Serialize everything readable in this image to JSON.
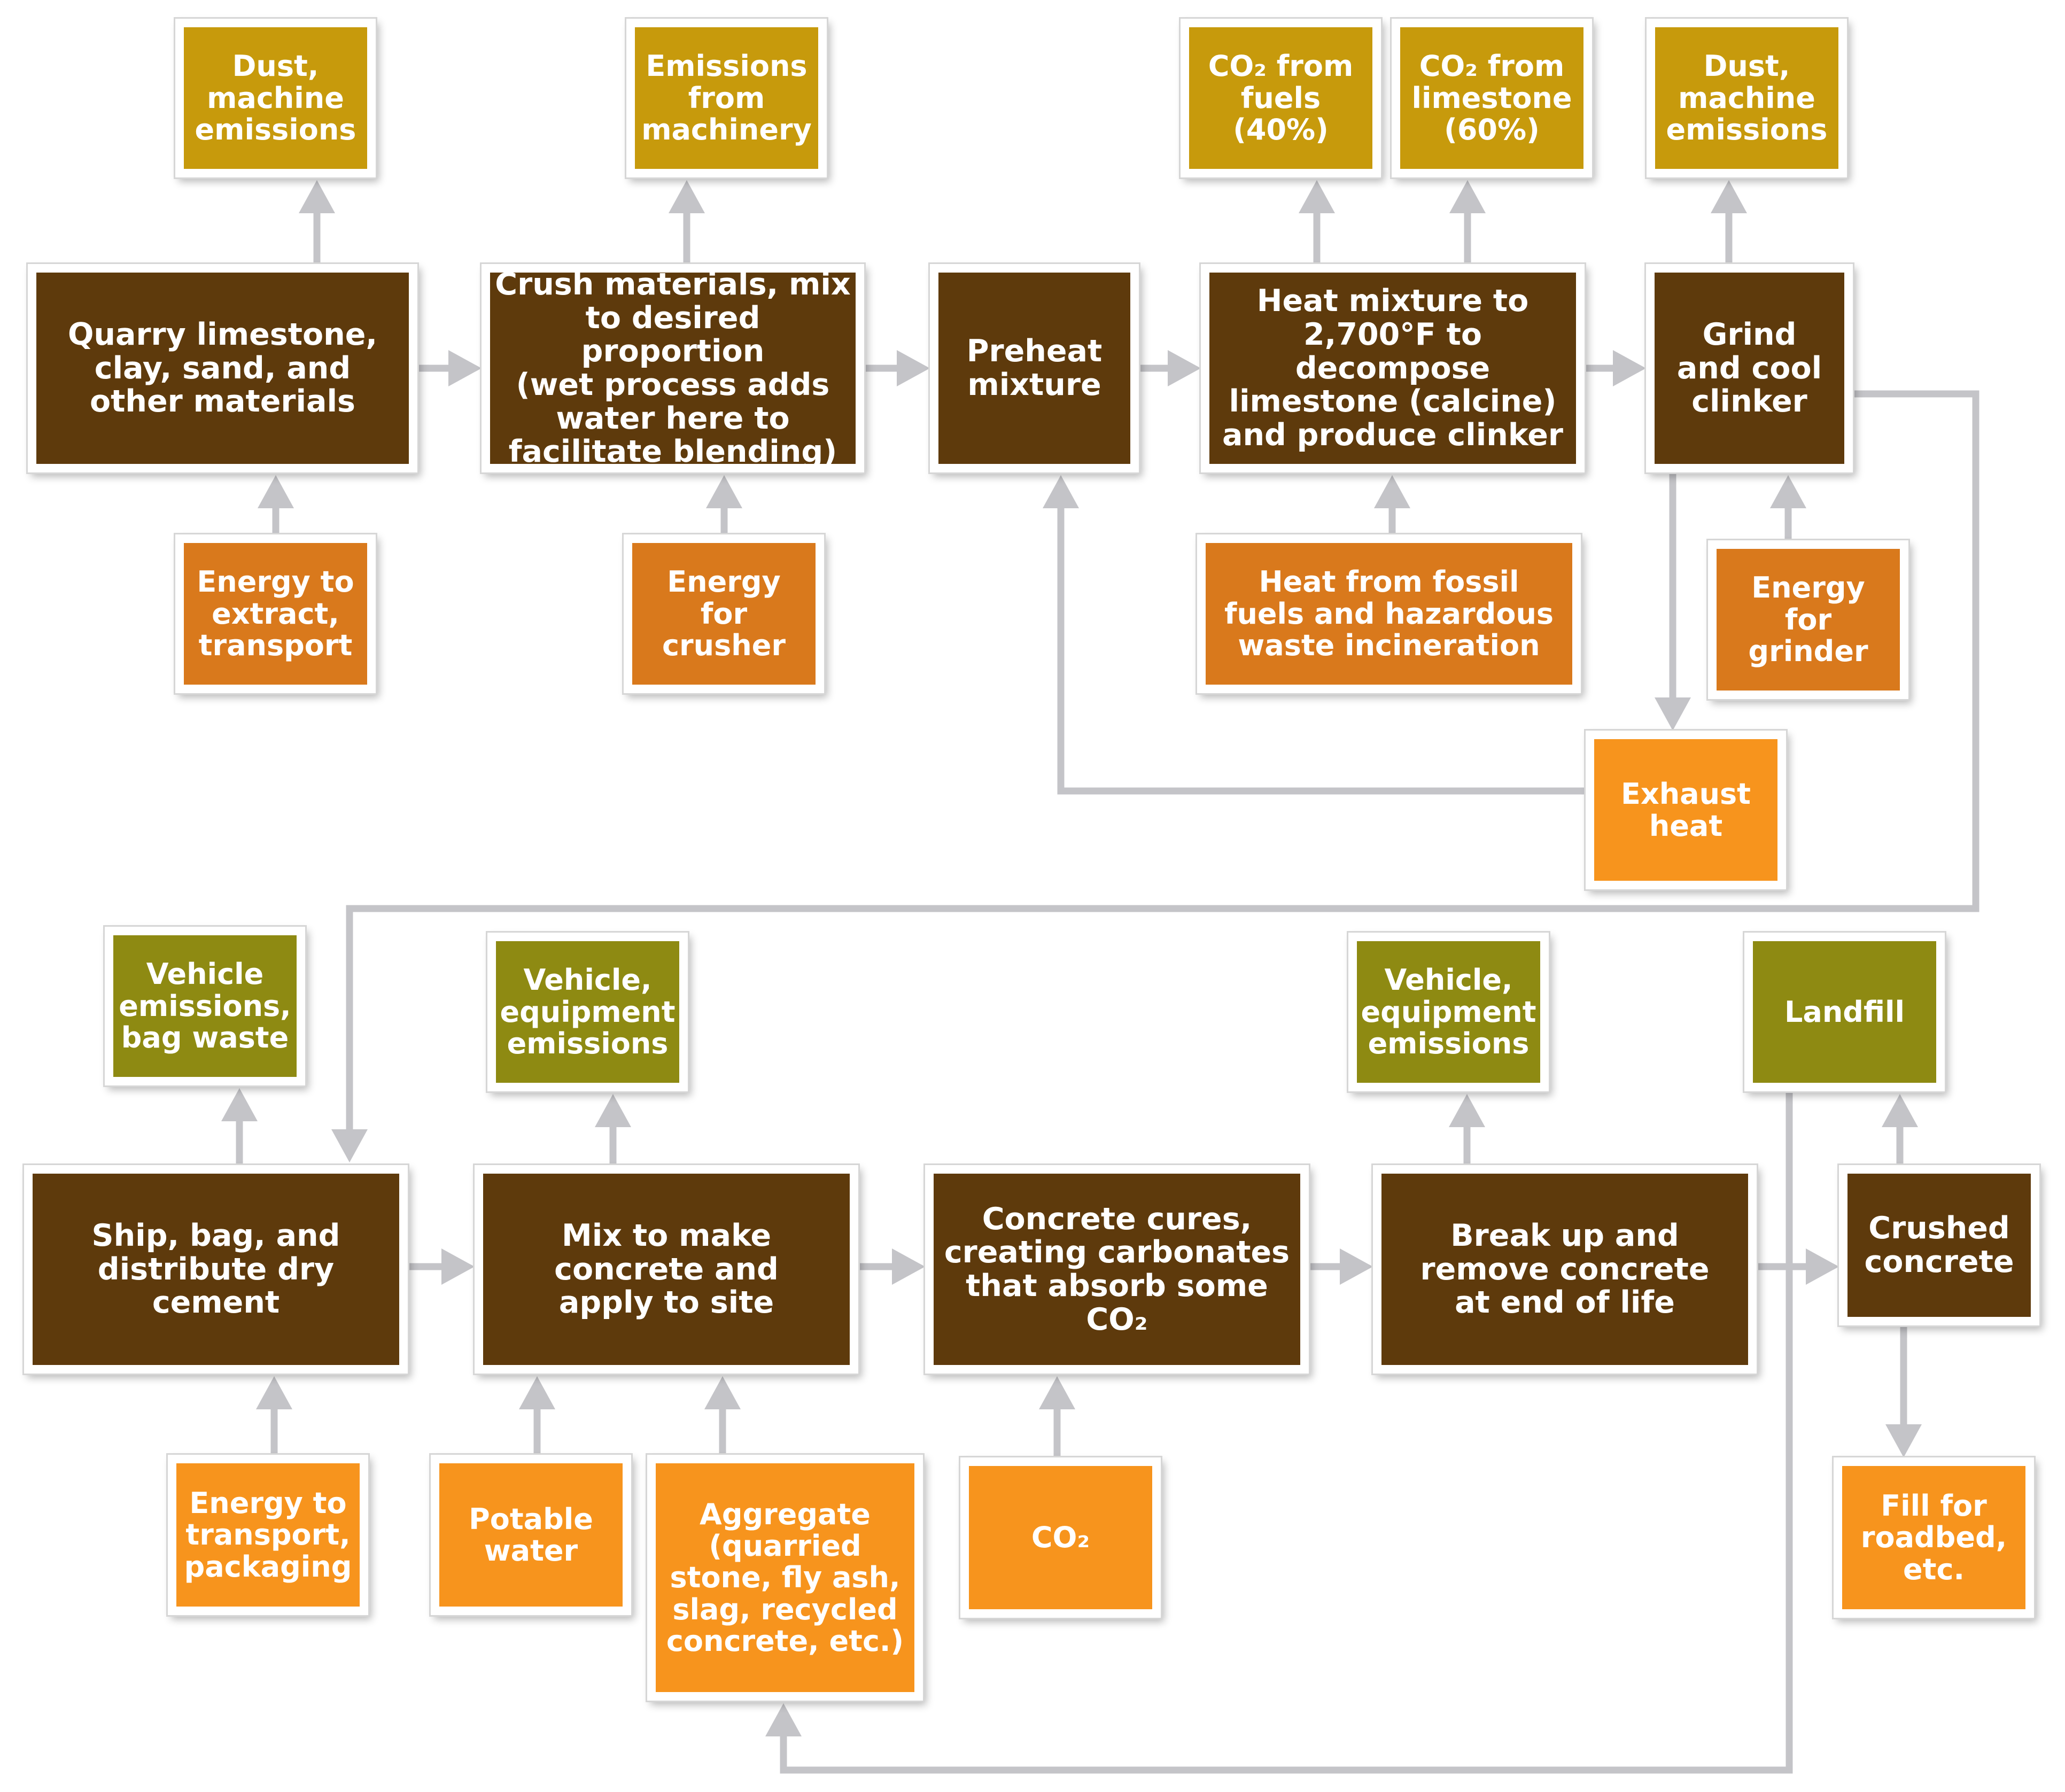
{
  "colors": {
    "process": "#5e3a0c",
    "emission_gold": "#c79a0c",
    "emission_olive": "#8e8a12",
    "energy_dark": "#d9791c",
    "energy_light": "#f7941d",
    "connector": "#c4c4c8"
  },
  "top_row": {
    "processes": {
      "quarry": "Quarry limestone,\nclay, sand, and\nother materials",
      "crush": "Crush materials, mix\nto desired proportion\n(wet process adds\nwater here to\nfacilitate blending)",
      "preheat": "Preheat\nmixture",
      "heat": "Heat mixture to\n2,700°F to\ndecompose\nlimestone (calcine)\nand produce clinker",
      "grind": "Grind\nand cool\nclinker"
    },
    "outputs": {
      "dust_quarry": "Dust,\nmachine\nemissions",
      "machinery": "Emissions\nfrom\nmachinery",
      "co2_fuels": "CO₂ from\nfuels (40%)",
      "co2_limestone": "CO₂ from\nlimestone\n(60%)",
      "dust_grind": "Dust,\nmachine\nemissions"
    },
    "inputs": {
      "energy_extract": "Energy to\nextract,\ntransport",
      "energy_crusher": "Energy\nfor\ncrusher",
      "heat_fossil": "Heat from fossil\nfuels and hazardous\nwaste incineration",
      "energy_grinder": "Energy\nfor\ngrinder",
      "exhaust_heat": "Exhaust\nheat"
    }
  },
  "bottom_row": {
    "processes": {
      "ship": "Ship, bag, and\ndistribute dry\ncement",
      "mix": "Mix to make\nconcrete and\napply to site",
      "cure": "Concrete cures,\ncreating carbonates\nthat absorb some\nCO₂",
      "breakup": "Break up and\nremove concrete\nat end of life",
      "crushed": "Crushed\nconcrete"
    },
    "outputs": {
      "vehicle_bag": "Vehicle\nemissions,\nbag waste",
      "vehicle_equip_1": "Vehicle,\nequipment\nemissions",
      "vehicle_equip_2": "Vehicle,\nequipment\nemissions",
      "landfill": "Landfill"
    },
    "inputs": {
      "energy_transport": "Energy to\ntransport,\npackaging",
      "potable_water": "Potable\nwater",
      "aggregate": "Aggregate\n(quarried\nstone, fly ash,\nslag, recycled\nconcrete, etc.)",
      "co2_input": "CO₂",
      "fill": "Fill for\nroadbed,\netc."
    }
  }
}
